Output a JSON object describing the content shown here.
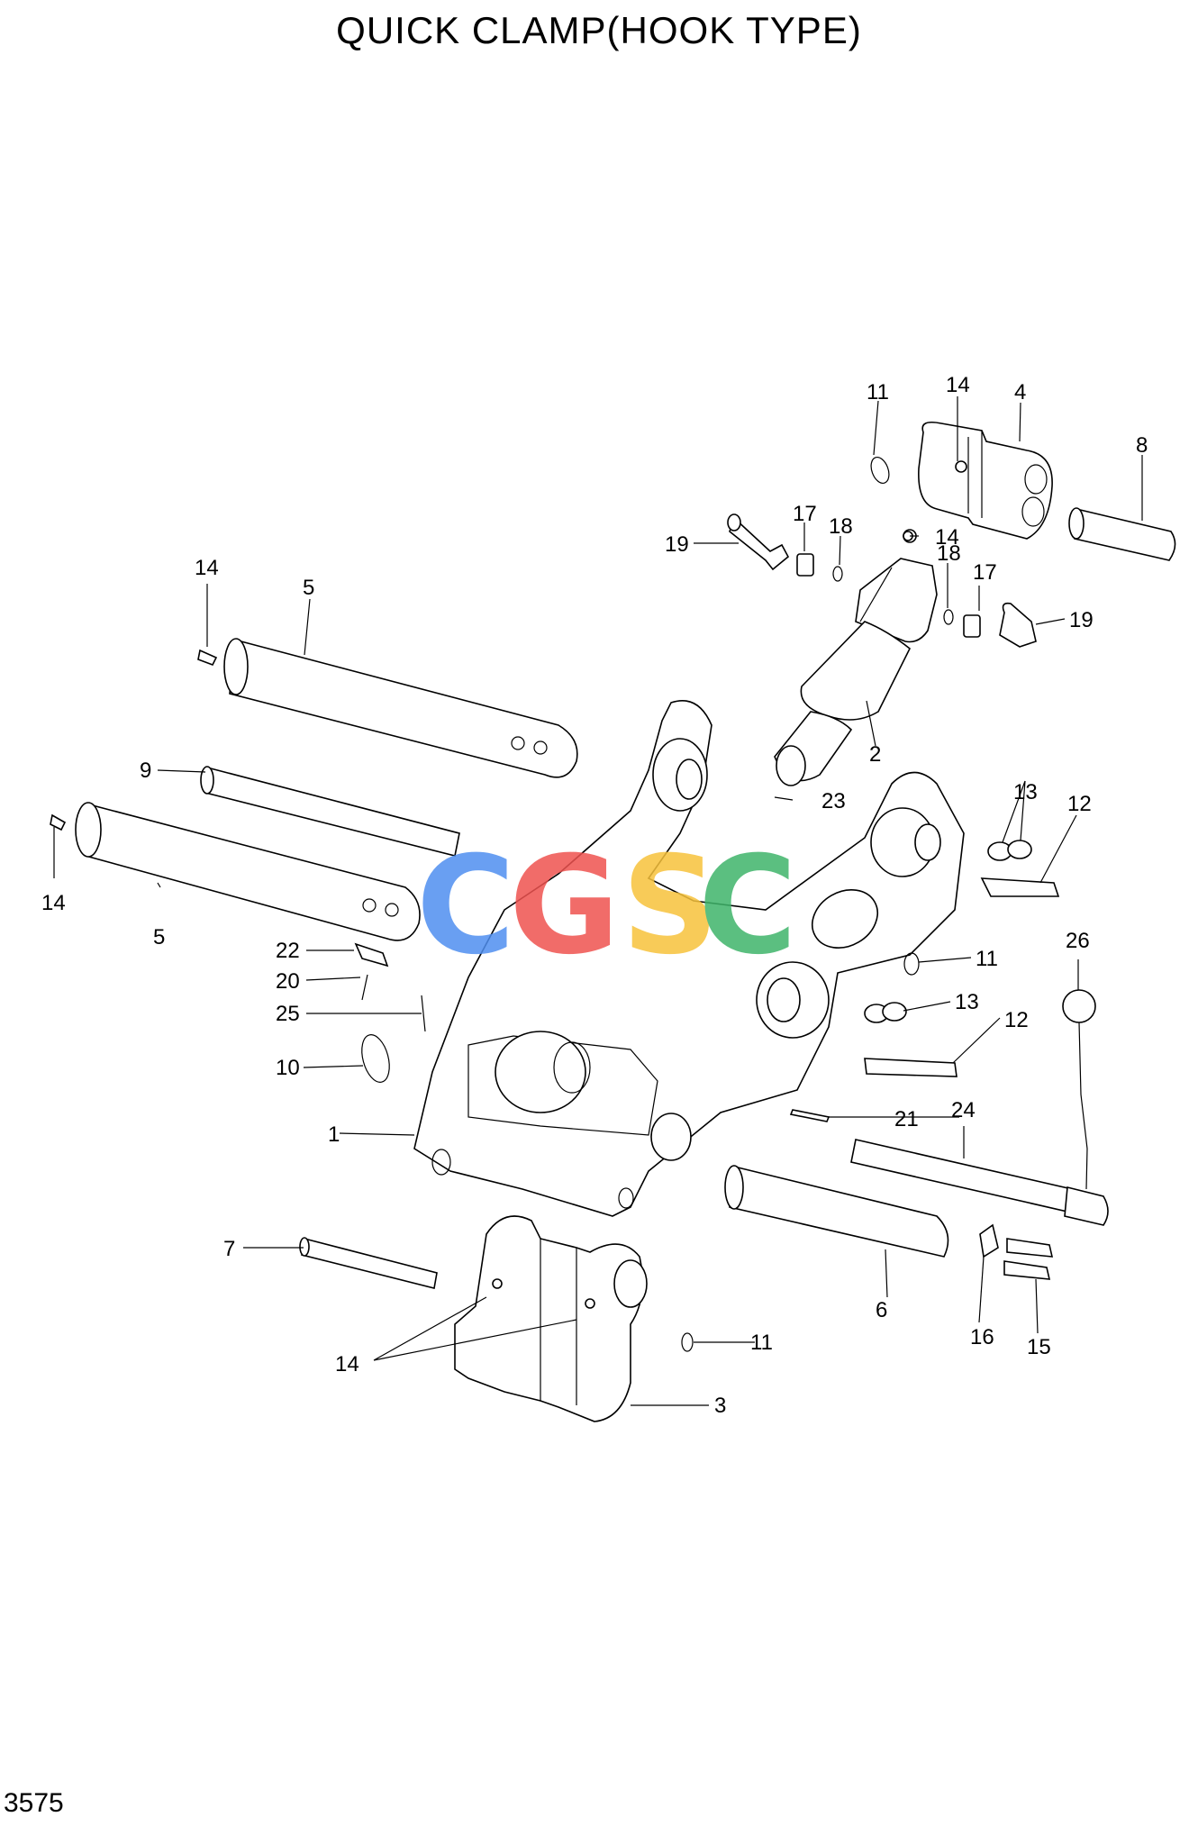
{
  "title": "QUICK CLAMP(HOOK TYPE)",
  "page_number": "3575",
  "watermark": {
    "letters": [
      "C",
      "G",
      "S",
      "C"
    ],
    "colors": [
      "#4f8ff0",
      "#ef5350",
      "#f7c23c",
      "#3fb56a"
    ]
  },
  "callouts": {
    "c1": "1",
    "c2": "2",
    "c3": "3",
    "c4": "4",
    "c5a": "5",
    "c5b": "5",
    "c6": "6",
    "c7": "7",
    "c8": "8",
    "c9": "9",
    "c10": "10",
    "c11a": "11",
    "c11b": "11",
    "c11c": "11",
    "c12a": "12",
    "c12b": "12",
    "c13a": "13",
    "c13b": "13",
    "c14a": "14",
    "c14b": "14",
    "c14c": "14",
    "c14d": "14",
    "c14e": "14",
    "c15": "15",
    "c16": "16",
    "c17a": "17",
    "c17b": "17",
    "c18a": "18",
    "c18b": "18",
    "c19a": "19",
    "c19b": "19",
    "c20": "20",
    "c21": "21",
    "c22": "22",
    "c23": "23",
    "c24": "24",
    "c25": "25",
    "c26": "26"
  }
}
